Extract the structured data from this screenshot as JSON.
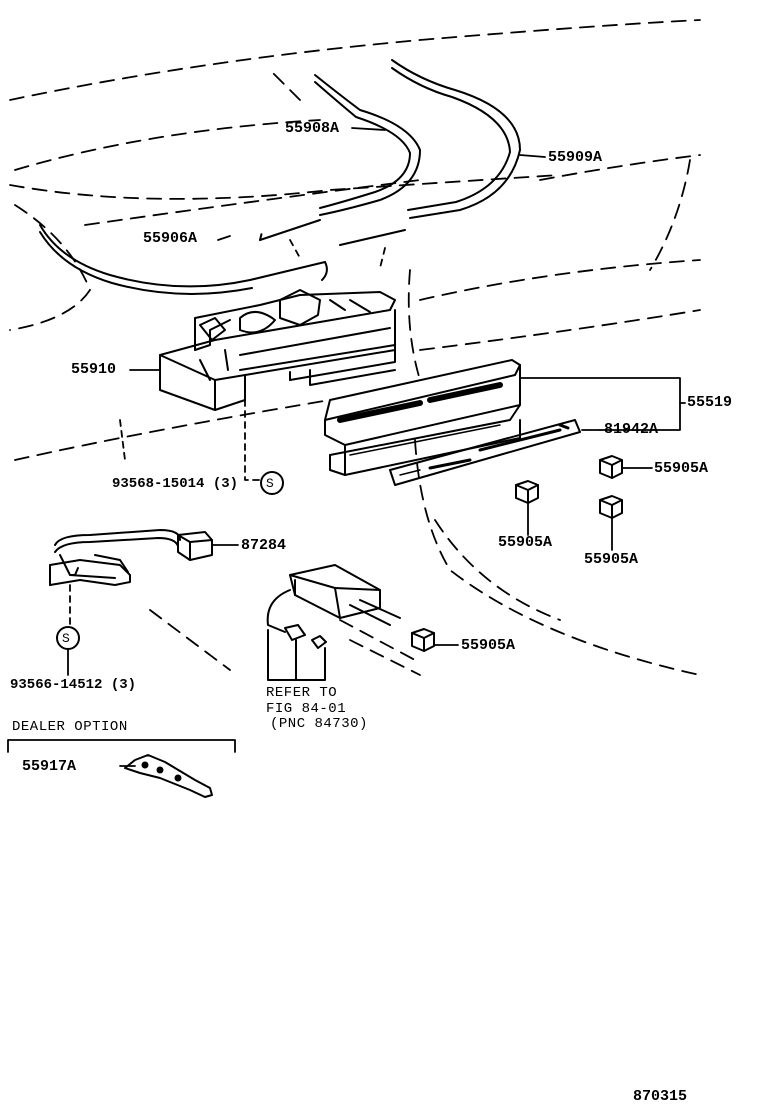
{
  "parts": {
    "p55908A": "55908A",
    "p55909A": "55909A",
    "p55906A": "55906A",
    "p55910": "55910",
    "p55519": "55519",
    "p81942A": "81942A",
    "p55905A_1": "55905A",
    "p55905A_2": "55905A",
    "p55905A_3": "55905A",
    "p55905A_4": "55905A",
    "p93568": "93568-15014 (3)",
    "p87284": "87284",
    "p93566": "93566-14512 (3)",
    "p55917A": "55917A"
  },
  "symbols": {
    "s1": "S",
    "s2": "S"
  },
  "reference": {
    "line1": "REFER TO",
    "line2": "FIG 84-01",
    "line3": "(PNC 84730)"
  },
  "dealer_option": "DEALER OPTION",
  "figure_code": "870315"
}
